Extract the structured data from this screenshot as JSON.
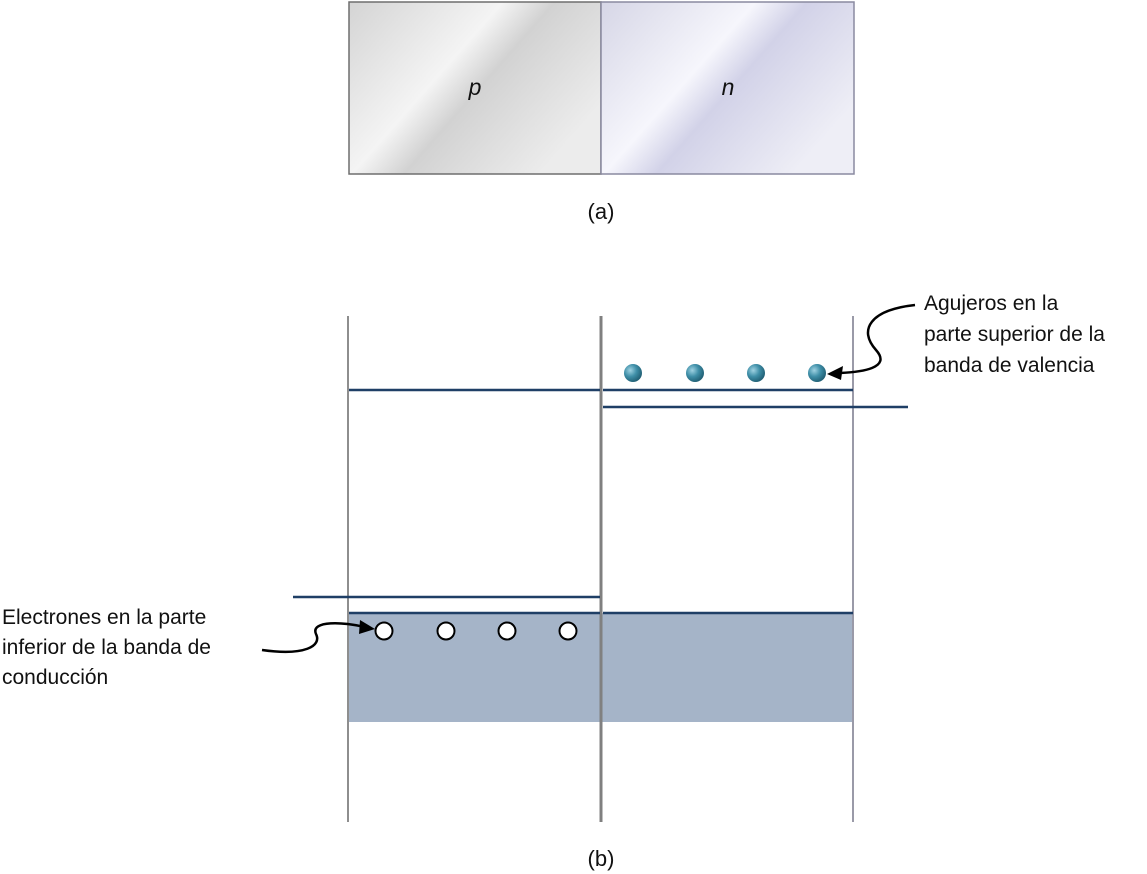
{
  "panel_a": {
    "region_left": "p",
    "region_right": "n",
    "caption": "(a)"
  },
  "panel_b": {
    "caption": "(b)",
    "holes_label": [
      "Agujeros en la",
      "parte superior de la",
      "banda de valencia"
    ],
    "electrons_label": [
      "Electrones en la parte",
      "inferior de la banda de",
      "conducción"
    ],
    "hole_count": 4,
    "electron_count": 4
  },
  "colors": {
    "band_line": "#1f3f66",
    "divider": "#8e8e8e",
    "filled_band": "#a5b4c8",
    "hole_ball": "#3f8fa8",
    "p_region": "#e0e0e0",
    "n_region": "#dcdcee"
  }
}
